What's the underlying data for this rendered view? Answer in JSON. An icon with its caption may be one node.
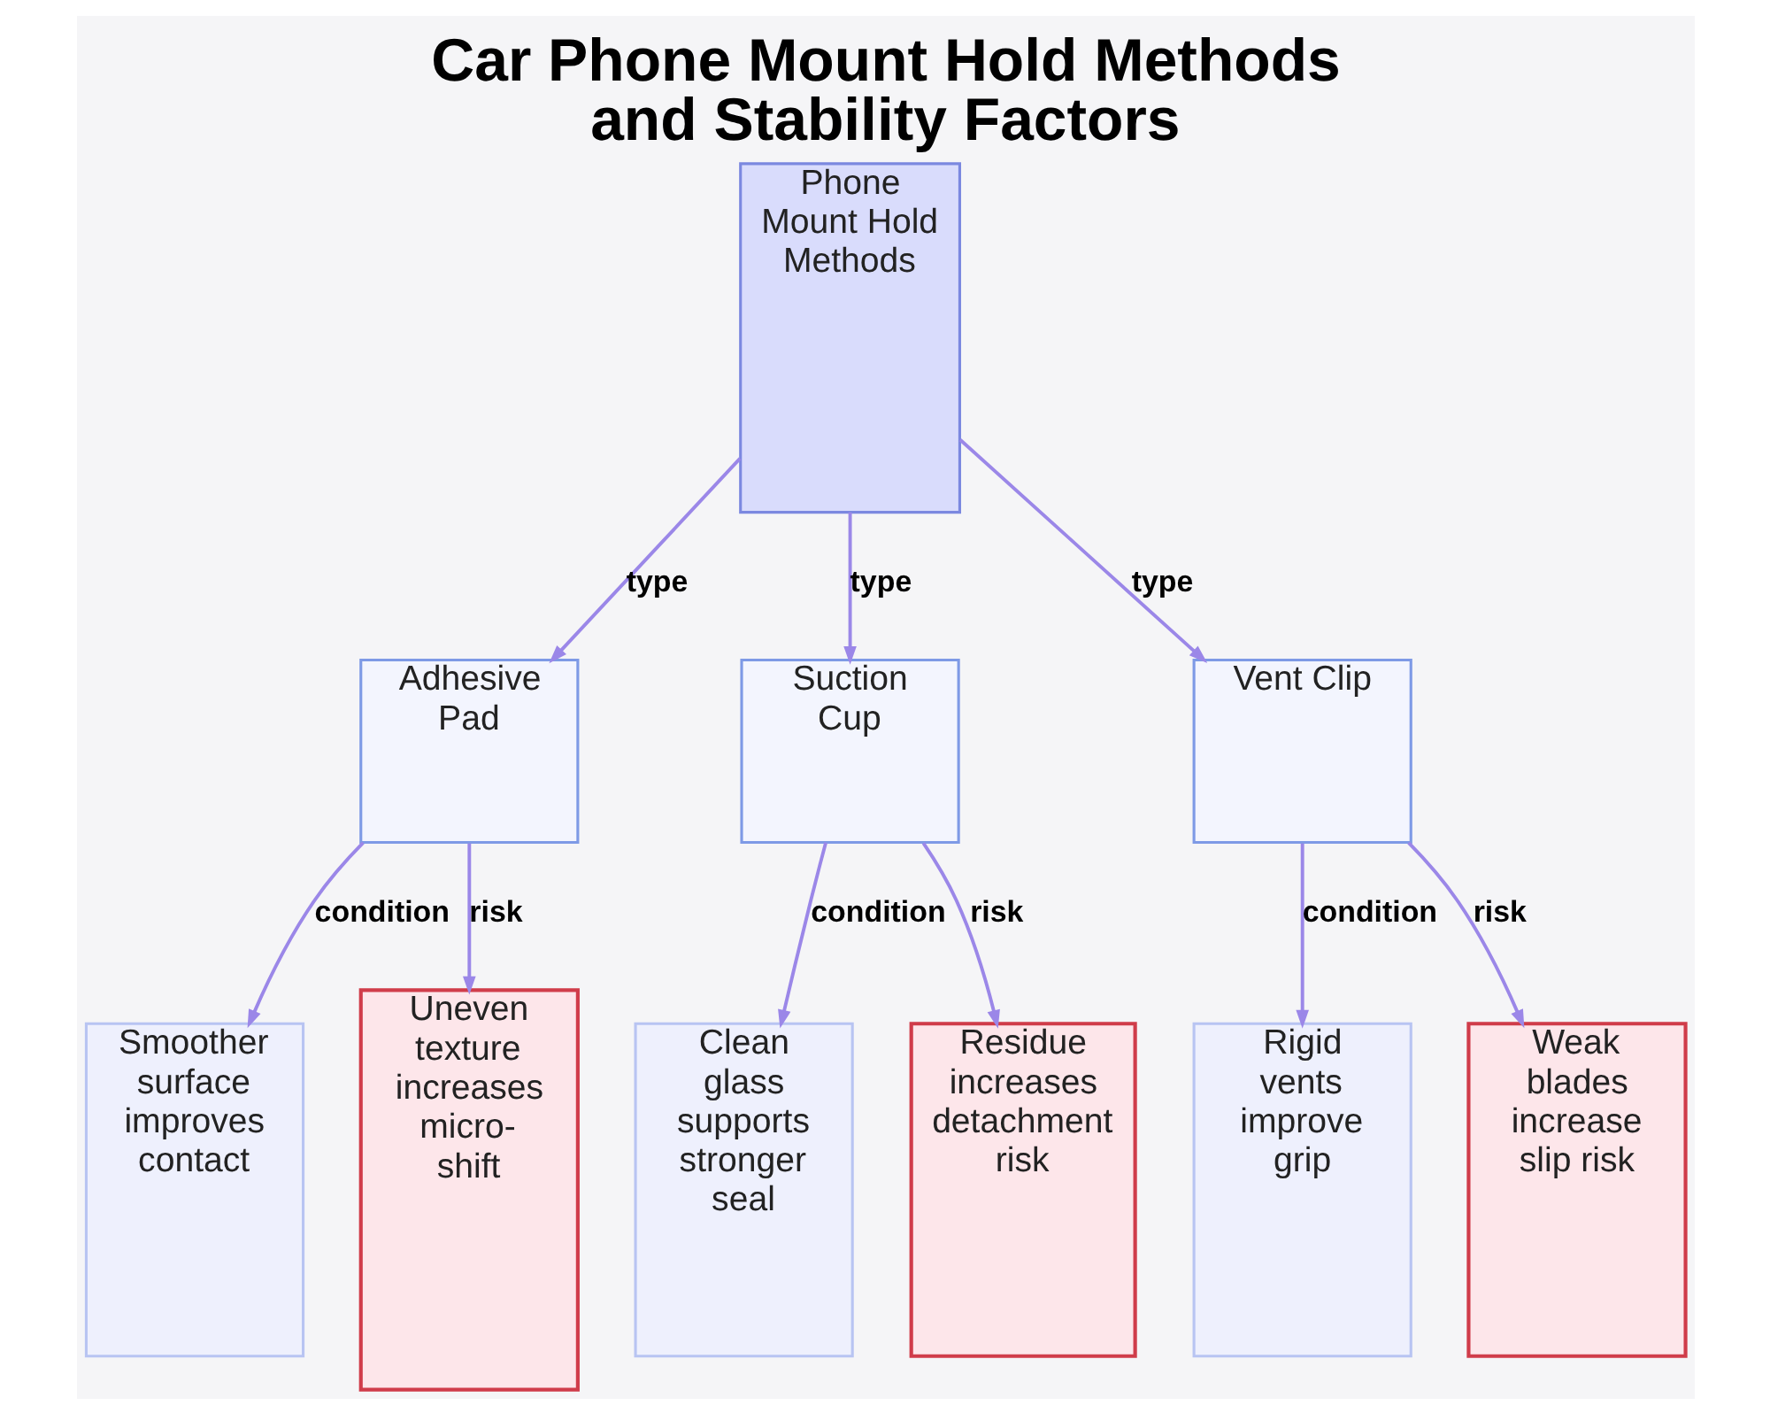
{
  "diagram": {
    "title": "Car Phone Mount Hold Methods and Stability Factors",
    "nodes": [
      {
        "text": [
          "Phone Mount Hold Methods"
        ]
      },
      {
        "text": [
          "Adhesive Pad"
        ]
      },
      {
        "text": [
          "Suction Cup"
        ]
      },
      {
        "text": [
          "Vent Clip"
        ]
      },
      {
        "text": [
          "Smoother surface improves contact"
        ]
      },
      {
        "text": [
          "Uneven texture increases micro-shift"
        ]
      },
      {
        "text": [
          "Clean glass supports stronger seal"
        ]
      },
      {
        "text": [
          "Residue increases detachment risk"
        ]
      },
      {
        "text": [
          "Rigid vents improve grip"
        ]
      },
      {
        "text": [
          "Weak blades increase slip risk"
        ]
      }
    ],
    "edges": [
      {
        "from": 0,
        "to": 1,
        "arrow": "to",
        "label": "type"
      },
      {
        "from": 0,
        "to": 2,
        "arrow": "to",
        "label": "type"
      },
      {
        "from": 0,
        "to": 3,
        "arrow": "to",
        "label": "type"
      },
      {
        "from": 1,
        "to": 4,
        "arrow": "to",
        "label": "condition"
      },
      {
        "from": 1,
        "to": 5,
        "arrow": "to",
        "label": "risk"
      },
      {
        "from": 2,
        "to": 6,
        "arrow": "to",
        "label": "condition"
      },
      {
        "from": 2,
        "to": 7,
        "arrow": "to",
        "label": "risk"
      },
      {
        "from": 3,
        "to": 8,
        "arrow": "to",
        "label": "condition"
      },
      {
        "from": 3,
        "to": 9,
        "arrow": "to",
        "label": "risk"
      }
    ]
  }
}
